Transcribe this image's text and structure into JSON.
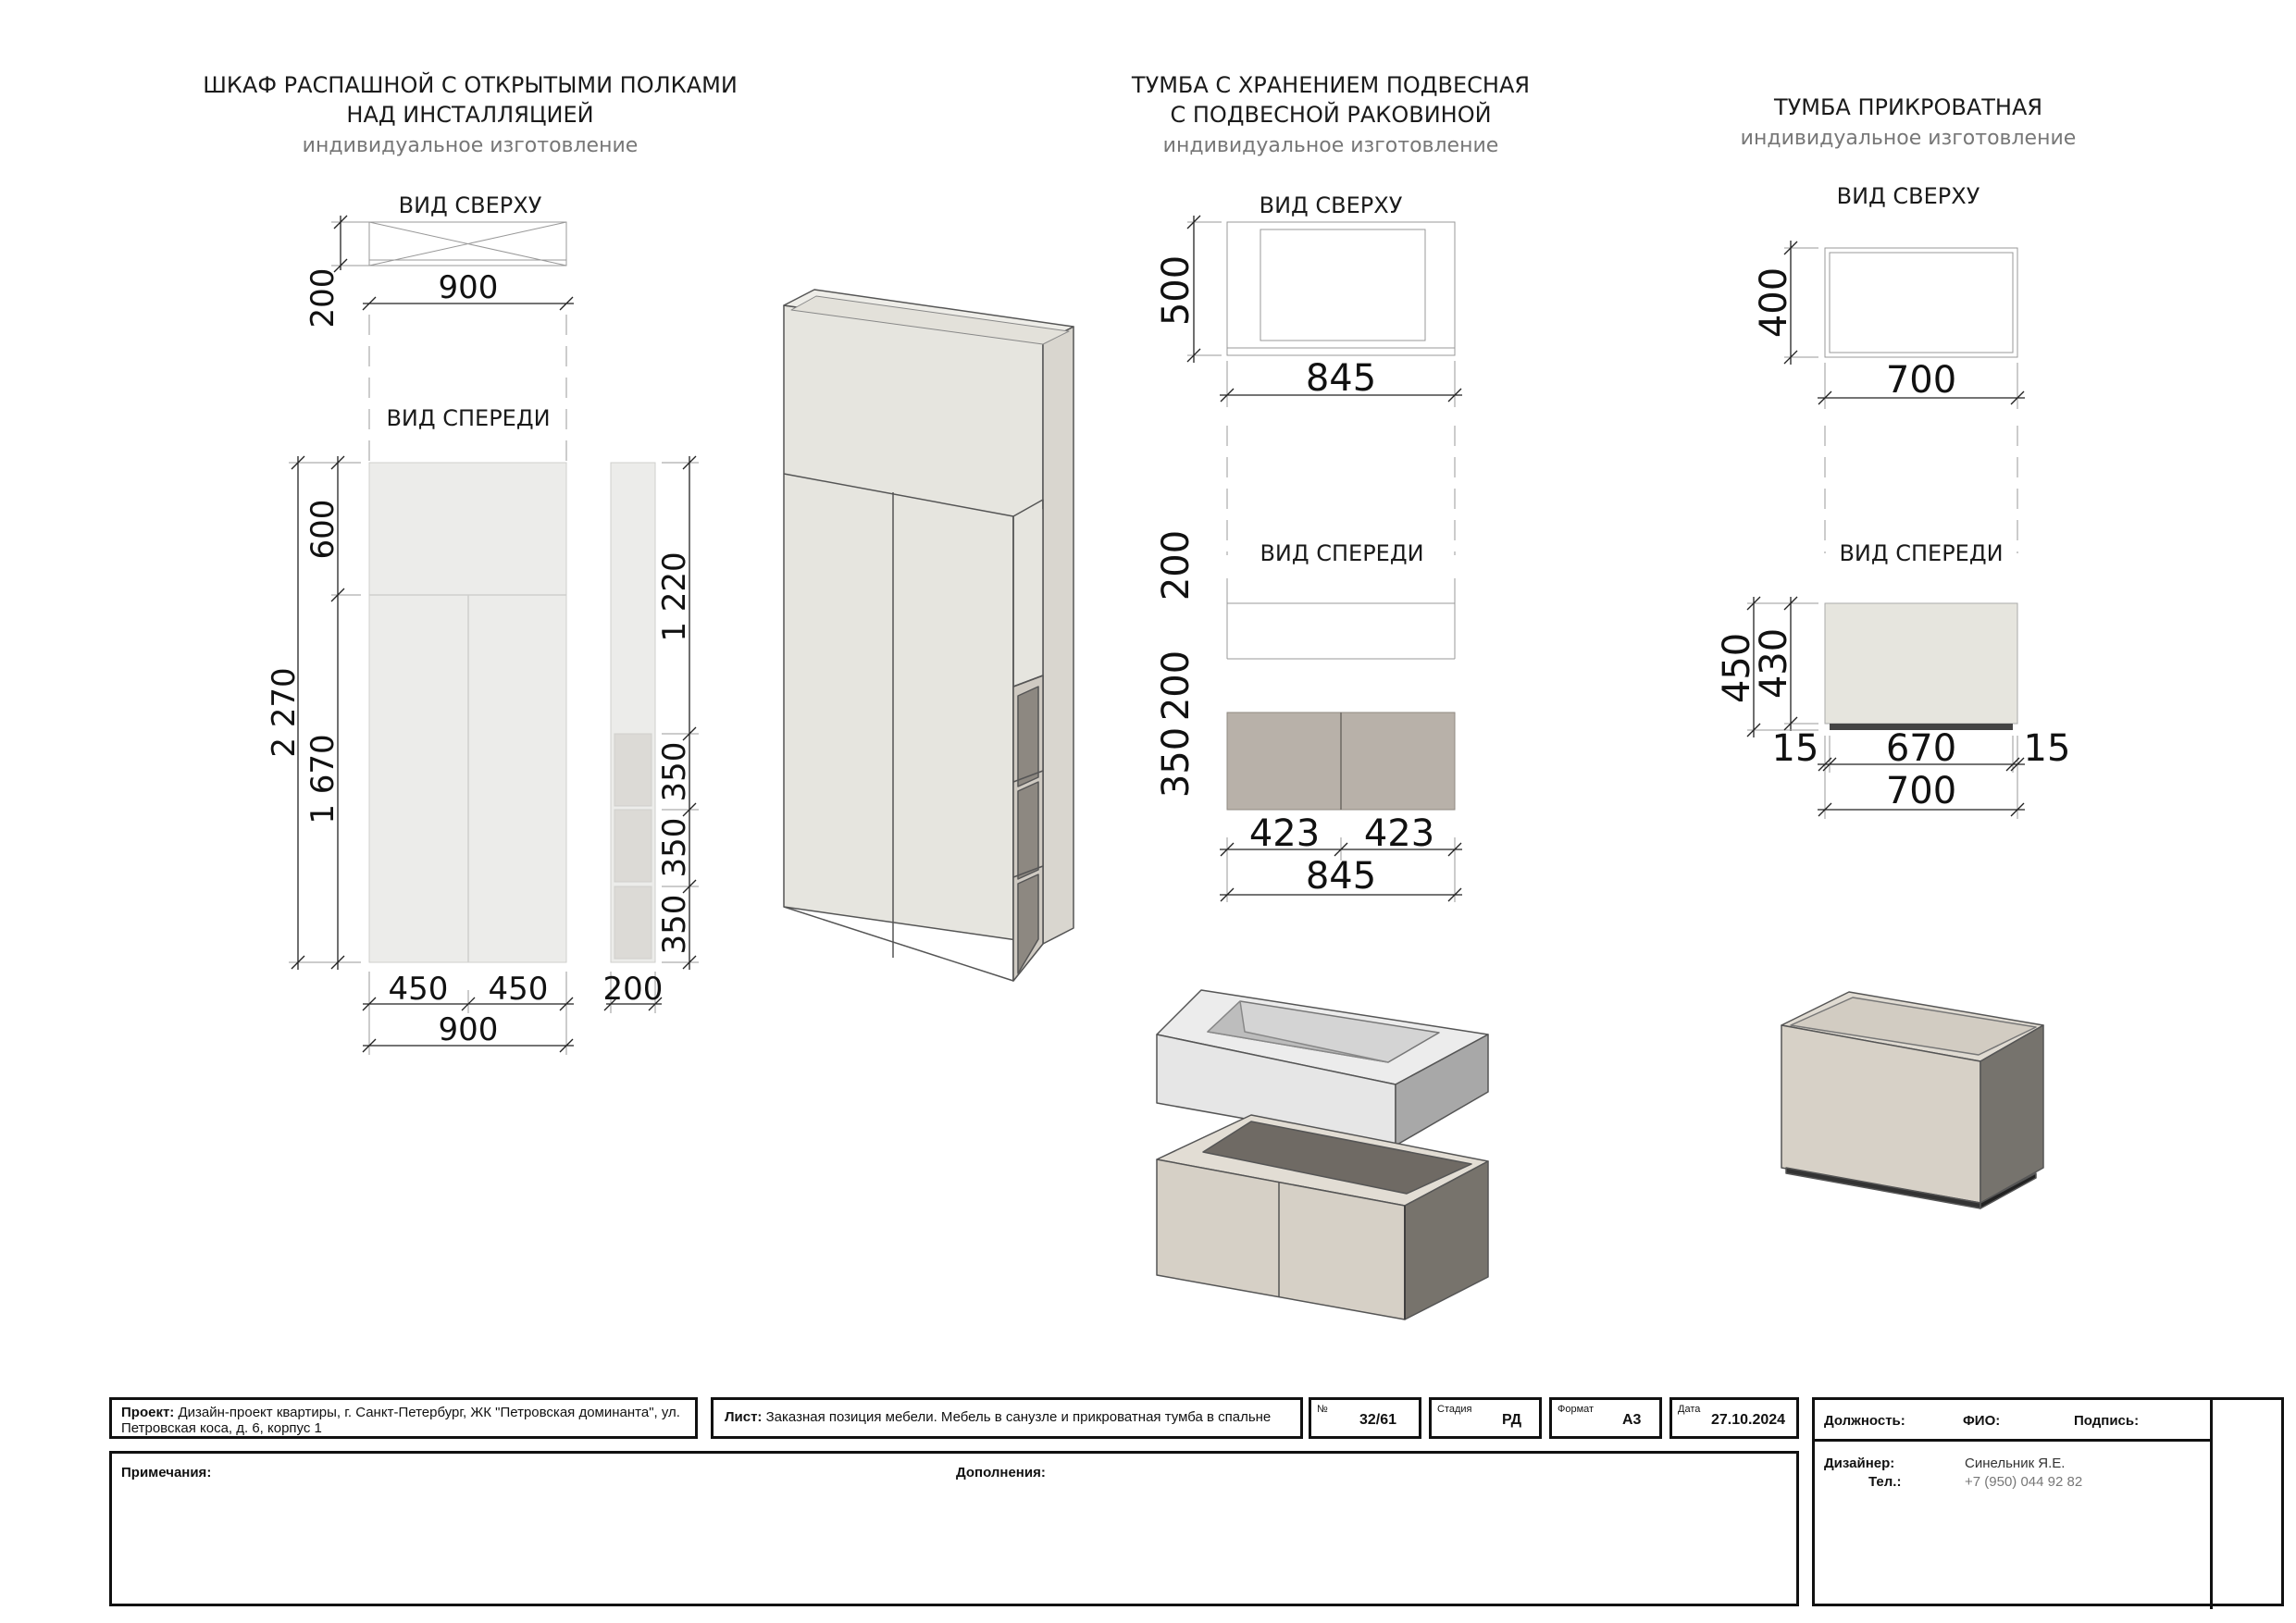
{
  "wardrobe": {
    "title_line1": "ШКАФ РАСПАШНОЙ С ОТКРЫТЫМИ ПОЛКАМИ",
    "title_line2": "НАД ИНСТАЛЛЯЦИЕЙ",
    "subtitle": "индивидуальное изготовление",
    "view_top": "ВИД СВЕРХУ",
    "view_front": "ВИД СПЕРЕДИ",
    "dims": {
      "top_depth": "200",
      "top_width": "900",
      "total_height": "2 270",
      "upper_height": "600",
      "lower_height": "1 670",
      "door_left": "450",
      "door_right": "450",
      "front_width": "900",
      "side_width": "200",
      "side_upper": "1 220",
      "shelf1": "350",
      "shelf2": "350",
      "shelf3": "350"
    },
    "colors": {
      "panel": "#ececea",
      "shelf": "#dcdad6",
      "iso_front": "#e6e5df",
      "iso_side": "#d9d6cf"
    }
  },
  "vanity": {
    "title_line1": "ТУМБА С ХРАНЕНИЕМ ПОДВЕСНАЯ",
    "title_line2": "С ПОДВЕСНОЙ РАКОВИНОЙ",
    "subtitle": "индивидуальное изготовление",
    "view_top": "ВИД СВЕРХУ",
    "view_front": "ВИД СПЕРЕДИ",
    "dims": {
      "top_depth": "500",
      "top_width": "845",
      "sink_height": "200",
      "gap": "200",
      "cabinet_height": "350",
      "door_left": "423",
      "door_right": "423",
      "front_width": "845"
    },
    "colors": {
      "cabinet": "#b8b1a9",
      "sink": "#e6e6e6",
      "iso_front": "#d6d0c6",
      "iso_side": "#77736c"
    }
  },
  "nightstand": {
    "title": "ТУМБА ПРИКРОВАТНАЯ",
    "subtitle": "индивидуальное изготовление",
    "view_top": "ВИД СВЕРХУ",
    "view_front": "ВИД СПЕРЕДИ",
    "dims": {
      "top_depth": "400",
      "top_width": "700",
      "total_height": "450",
      "body_height": "430",
      "offset_left": "15",
      "inner_width": "670",
      "offset_right": "15",
      "front_width": "700"
    },
    "colors": {
      "body": "#e6e5de",
      "plinth": "#444444",
      "iso_front": "#d7d1c7",
      "iso_side": "#76736d"
    }
  },
  "titleblock": {
    "project_label": "Проект:",
    "project_value": "Дизайн-проект квартиры, г. Санкт-Петербург, ЖК \"Петровская доминанта\", ул. Петровская коса, д. 6, корпус 1",
    "sheet_label": "Лист:",
    "sheet_value": "Заказная позиция мебели. Мебель в санузле и прикроватная тумба в спальне",
    "number_label": "№",
    "number_value": "32/61",
    "stage_label": "Стадия",
    "stage_value": "РД",
    "format_label": "Формат",
    "format_value": "А3",
    "date_label": "Дата",
    "date_value": "27.10.2024",
    "notes_label": "Примечания:",
    "additions_label": "Дополнения:",
    "position_label": "Должность:",
    "fio_label": "ФИО:",
    "signature_label": "Подпись:",
    "designer_label": "Дизайнер:",
    "phone_label": "Тел.:",
    "designer_name": "Синельник Я.Е.",
    "designer_phone": "+7 (950) 044 92 82"
  }
}
